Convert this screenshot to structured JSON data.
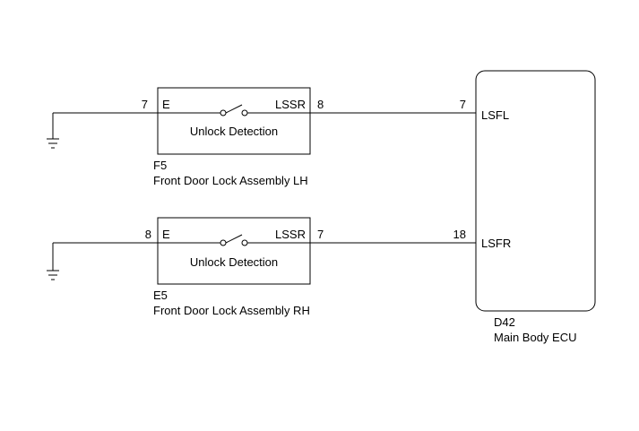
{
  "components": {
    "lh_switch": {
      "pin_left": "7",
      "pin_right": "8",
      "term_left": "E",
      "term_right": "LSSR",
      "function": "Unlock Detection",
      "connector": "F5",
      "name": "Front Door Lock Assembly LH"
    },
    "rh_switch": {
      "pin_left": "8",
      "pin_right": "7",
      "term_left": "E",
      "term_right": "LSSR",
      "function": "Unlock Detection",
      "connector": "E5",
      "name": "Front Door Lock Assembly RH"
    },
    "ecu": {
      "pin_top": "7",
      "term_top": "LSFL",
      "pin_bottom": "18",
      "term_bottom": "LSFR",
      "connector": "D42",
      "name": "Main Body ECU"
    }
  }
}
